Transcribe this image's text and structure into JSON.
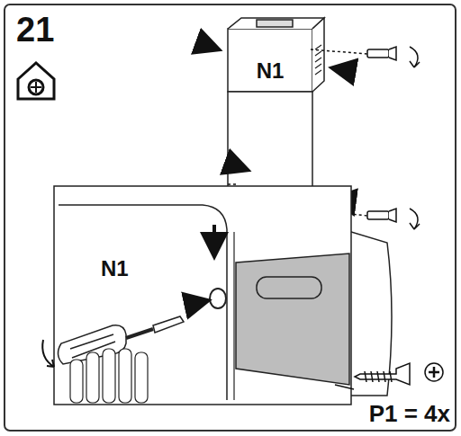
{
  "diagram": {
    "labels": [
      "21",
      "N1",
      "N1",
      "P1 = 4x"
    ]
  }
}
